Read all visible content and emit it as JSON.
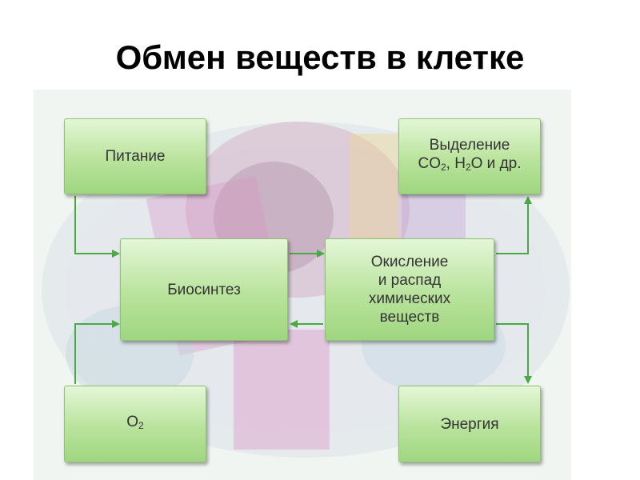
{
  "title": "Обмен веществ в клетке",
  "nodes": {
    "nutrition": {
      "label": "Питание"
    },
    "excretion": {
      "line1": "Выделение",
      "co": "CO",
      "co_sub": "2",
      "sep": ", H",
      "h_sub": "2",
      "tail": "O и др."
    },
    "biosynthesis": {
      "label": "Биосинтез"
    },
    "oxidation": {
      "lines": [
        "Окисление",
        "и распад",
        "химических",
        "веществ"
      ]
    },
    "oxygen": {
      "o": "O",
      "o_sub": "2"
    },
    "energy": {
      "label": "Энергия"
    }
  },
  "colors": {
    "box_fill": "#b9e39c",
    "box_border": "#8cc472",
    "arrow": "#49a942",
    "background": "#e9efe9"
  }
}
